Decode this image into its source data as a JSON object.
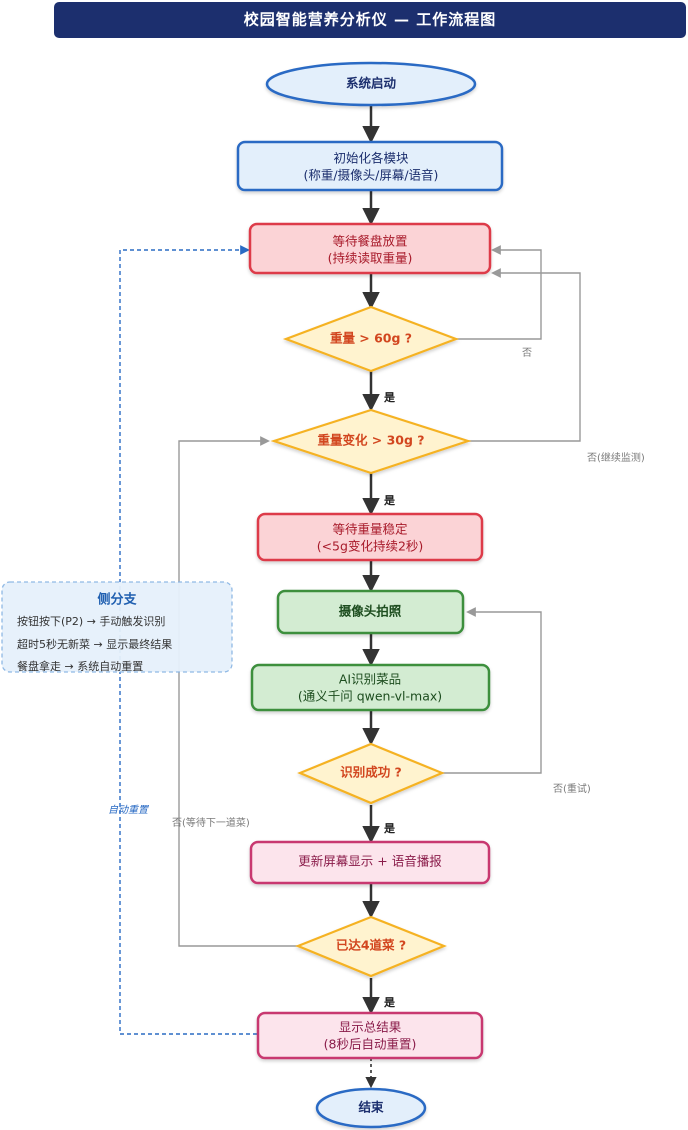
{
  "title": "校园智能营养分析仪 — 工作流程图",
  "colors": {
    "title_bar": "#1c2f6e",
    "terminal_fill": "#e3effb",
    "terminal_stroke": "#2a6bc4",
    "init_fill": "#e3effb",
    "init_stroke": "#2a6bc4",
    "wait_fill": "#fbd3d6",
    "wait_stroke": "#dd3a48",
    "decision_fill": "#fff3cf",
    "decision_stroke": "#f5b224",
    "decision_text": "#d2461f",
    "green_fill": "#d3ecd2",
    "green_stroke": "#3c8f3e",
    "pink_fill": "#fce4ec",
    "pink_stroke": "#c8386f",
    "side_fill": "#e6f1fb",
    "side_stroke": "#8bb6e4",
    "main_arrow": "#333333",
    "gray_arrow": "#999999",
    "blue_dash": "#2a6bc4"
  },
  "nodes": {
    "start": {
      "label": "系统启动"
    },
    "init": {
      "lines": [
        "初始化各模块",
        "(称重/摄像头/屏幕/语音)"
      ]
    },
    "wait_plate": {
      "lines": [
        "等待餐盘放置",
        "(持续读取重量)"
      ]
    },
    "weight_check": {
      "label": "重量 > 60g ?"
    },
    "change_check": {
      "label": "重量变化 > 30g ?"
    },
    "wait_stable": {
      "lines": [
        "等待重量稳定",
        "(<5g变化持续2秒)"
      ]
    },
    "camera": {
      "label": "摄像头拍照"
    },
    "ai": {
      "lines": [
        "AI识别菜品",
        "(通义千问 qwen-vl-max)"
      ]
    },
    "recog_check": {
      "label": "识别成功 ?"
    },
    "update": {
      "label": "更新屏幕显示 + 语音播报"
    },
    "count_check": {
      "label": "已达4道菜 ?"
    },
    "show_total": {
      "lines": [
        "显示总结果",
        "(8秒后自动重置)"
      ]
    },
    "end": {
      "label": "结束"
    }
  },
  "edge_labels": {
    "yes": "是",
    "no_weight": "否",
    "no_change": "否(继续监测)",
    "no_recog": "否(重试)",
    "no_count": "否(等待下一道菜)",
    "auto_reset": "自动重置"
  },
  "side_branch": {
    "title": "侧分支",
    "items": [
      "按钮按下(P2) → 手动触发识别",
      "超时5秒无新菜 → 显示最终结果",
      "餐盘拿走 → 系统自动重置"
    ]
  }
}
